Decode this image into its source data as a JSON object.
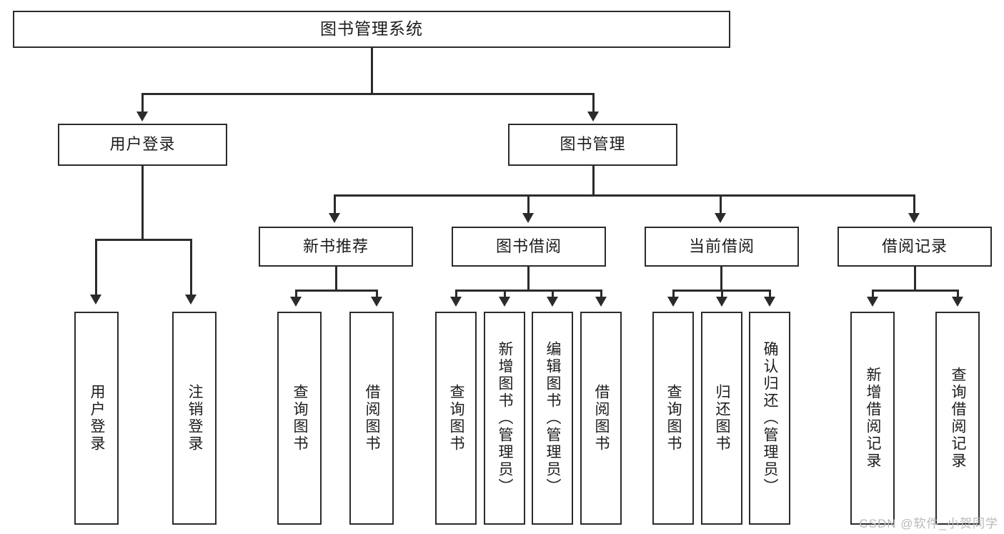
{
  "diagram": {
    "title": "图书管理系统",
    "root": {
      "label": "图书管理系统"
    },
    "level2": [
      {
        "label": "用户登录"
      },
      {
        "label": "图书管理"
      }
    ],
    "level3": [
      {
        "label": "新书推荐"
      },
      {
        "label": "图书借阅"
      },
      {
        "label": "当前借阅"
      },
      {
        "label": "借阅记录"
      }
    ],
    "leaves": [
      {
        "label": "用户登录"
      },
      {
        "label": "注销登录"
      },
      {
        "label": "查询图书"
      },
      {
        "label": "借阅图书"
      },
      {
        "label": "查询图书"
      },
      {
        "label": "新增图书（管理员）"
      },
      {
        "label": "编辑图书（管理员）"
      },
      {
        "label": "借阅图书"
      },
      {
        "label": "查询图书"
      },
      {
        "label": "归还图书"
      },
      {
        "label": "确认归还（管理员）"
      },
      {
        "label": "新增借阅记录"
      },
      {
        "label": "查询借阅记录"
      }
    ]
  },
  "watermark": {
    "text": "CSDN @软件_小贺同学"
  },
  "colors": {
    "stroke": "#2b2b2b",
    "fill": "#ffffff",
    "text": "#1c1c1c",
    "watermark": "#b9b9b9"
  }
}
